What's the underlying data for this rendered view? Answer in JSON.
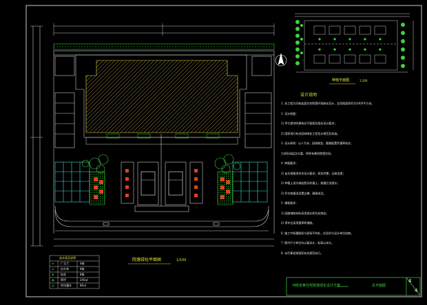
{
  "drawing": {
    "site_plan_title": "院落绿化平面图",
    "site_plan_scale": "1/100",
    "detail_plan_title": "种植平面图",
    "detail_plan_scale": "1:200",
    "design_notes_title": "设计说明",
    "title_block_project": "河南省某住宅院落绿化设计方案",
    "title_block_sheet": "总平面图",
    "sheet_number": "4",
    "sheet_total": "4",
    "legend_title": "苗木表及说明"
  },
  "legend_rows": [
    {
      "symbol": "⊕",
      "name": "广玉兰",
      "qty": "4株"
    },
    {
      "symbol": "⊗",
      "name": "红叶李",
      "qty": "6株"
    },
    {
      "symbol": "✿",
      "name": "桂花",
      "qty": "8株"
    },
    {
      "symbol": "▦",
      "name": "草坪",
      "qty": "240㎡"
    },
    {
      "symbol": "▤",
      "name": "色块灌木",
      "qty": "80㎡"
    }
  ],
  "notes": [
    "1. 本工程为河南省某住宅院落环境绿化设计，总用地面积约为2400平方米。",
    "2. 设计依据：",
    "  1) 甲方提供的建筑总平面图及相关设计要求；",
    "  2) 国家现行有关园林绿化工程设计规范及标准。",
    "3. 设计原则：以人为本，因地制宜，植物配置乔灌草结合，",
    "  力求形成层次丰富、四季有景的院落空间。",
    "4. 种植要求：",
    "  1) 苗木规格须符合设计要求，树形完整，无病虫害；",
    "  2) 种植土须为疏松肥沃的壤土，栽植后浇透水；",
    "  3) 乔木栽植须设置支撑，确保成活。",
    "5. 铺装要求：",
    "  1) 园路铺装材料采用透水砖及花岗岩；",
    "  2) 停车位采用植草砖铺装。",
    "6. 施工中如遇图纸与现场不符处，应及时与设计单位协商。",
    "7. 图中尺寸单位均以毫米计，标高以米计。",
    "8. 未尽事宜按国家有关规范执行。"
  ],
  "colors": {
    "outline": "#ffffff",
    "drawing": "#d8d8d8",
    "dim": "#c8c8c8",
    "green": "#3fd13f",
    "red": "#e04020",
    "cyan": "#40e0e0",
    "yellow": "#e6e62e",
    "title_block": "#3fd13f"
  }
}
